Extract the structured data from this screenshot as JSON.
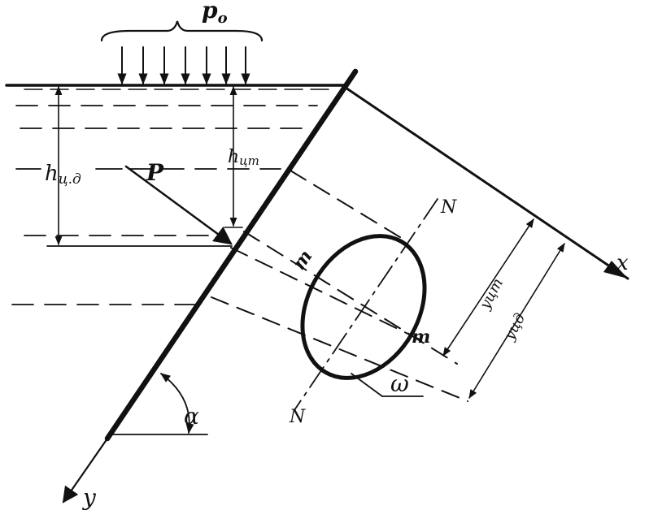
{
  "labels": {
    "p0": "p",
    "p0_sub": "o",
    "h_cd": "h",
    "h_cd_sub": "ц.д",
    "h_ct": "h",
    "h_ct_sub": "цт",
    "force": "P",
    "axis_x": "x",
    "axis_y": "y",
    "alpha": "α",
    "omega": "ω",
    "n_top": "N",
    "n_bottom": "N",
    "m_left": "m",
    "m_right": "m",
    "y_ct": "yцт",
    "y_cd": "yцд"
  },
  "colors": {
    "ink": "#111111",
    "background": "#ffffff"
  }
}
